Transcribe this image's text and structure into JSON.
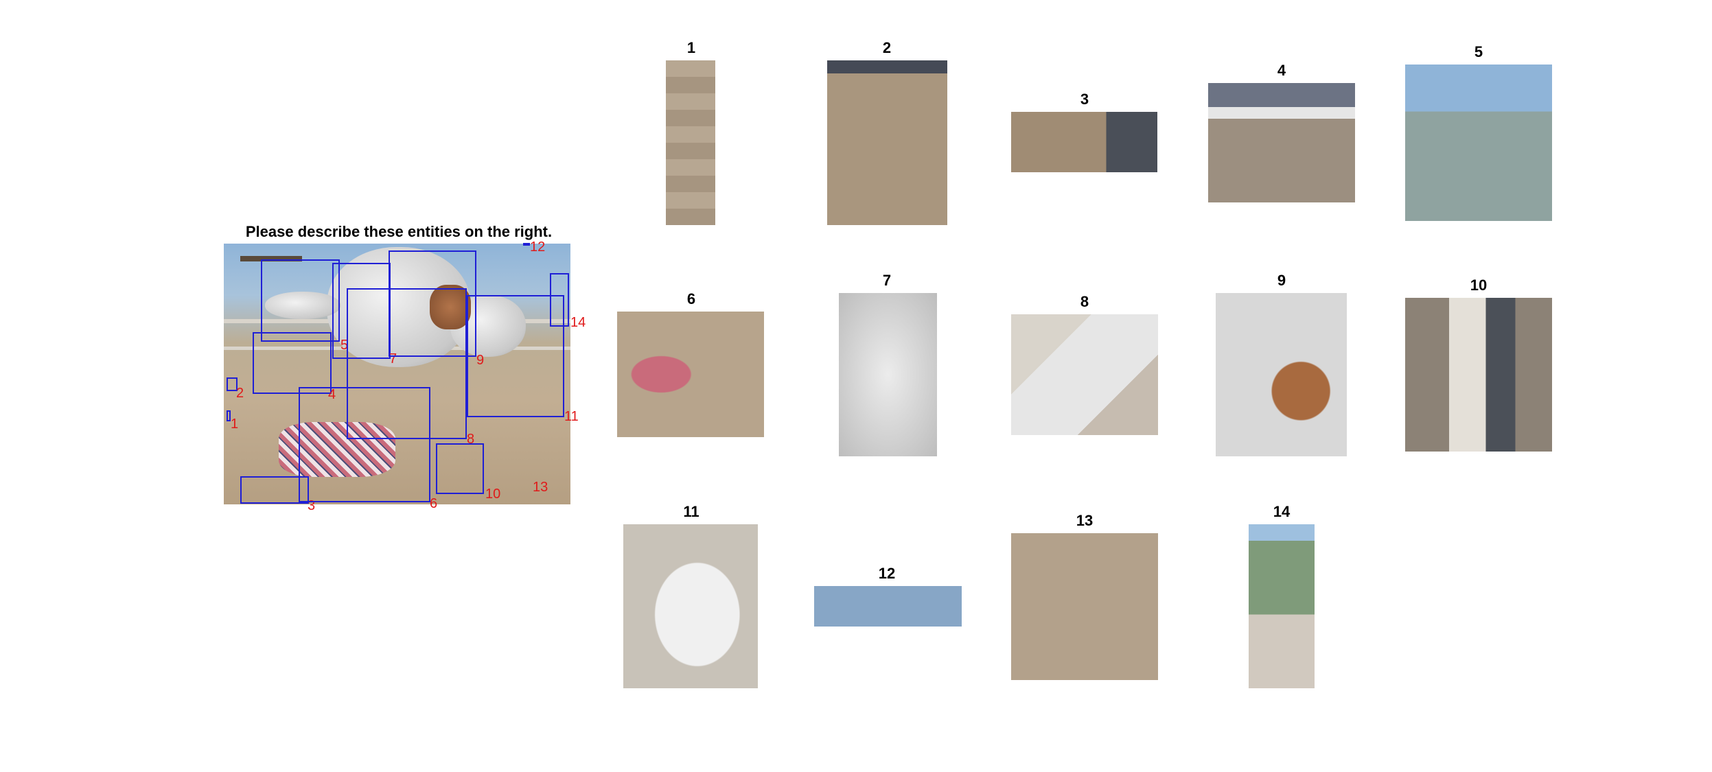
{
  "prompt": "Please describe these entities on the right.",
  "scene": {
    "region_labels": [
      "1",
      "2",
      "3",
      "4",
      "5",
      "6",
      "7",
      "8",
      "9",
      "10",
      "11",
      "12",
      "13",
      "14"
    ]
  },
  "crops": [
    {
      "label": "1",
      "fill": "#b0a08c"
    },
    {
      "label": "2",
      "fill": "#a9967e"
    },
    {
      "label": "3",
      "fill": "#a08c74"
    },
    {
      "label": "4",
      "fill": "#9c8f80"
    },
    {
      "label": "5",
      "fill": "#8fa3a0"
    },
    {
      "label": "6",
      "fill": "#b7a48c"
    },
    {
      "label": "7",
      "fill": "#d2d2d2"
    },
    {
      "label": "8",
      "fill": "#c6bcb0"
    },
    {
      "label": "9",
      "fill": "#c9b8a4"
    },
    {
      "label": "10",
      "fill": "#8c8276"
    },
    {
      "label": "11",
      "fill": "#c8c2b8"
    },
    {
      "label": "12",
      "fill": "#87a6c6"
    },
    {
      "label": "13",
      "fill": "#b3a18b"
    },
    {
      "label": "14",
      "fill": "#8fa78a"
    }
  ]
}
